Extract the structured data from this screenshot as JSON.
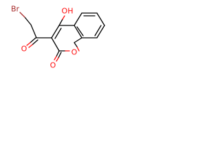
{
  "molecule": {
    "atoms": {
      "bromine": "Br",
      "hydroxyl": "OH",
      "ketone_oxygen": "O",
      "lactone_carbonyl_oxygen": "O",
      "ring_oxygen": "O"
    },
    "colors": {
      "carbon_bond": "#000000",
      "oxygen": "#ff0d0d",
      "bromine": "#a62929"
    }
  }
}
